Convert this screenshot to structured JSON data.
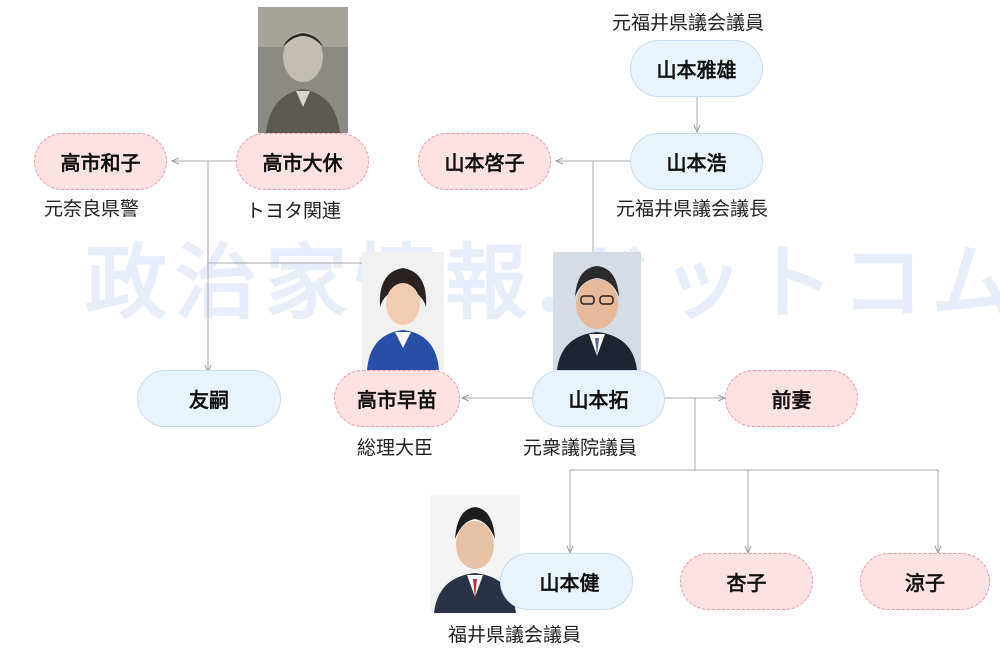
{
  "watermark": "政治家情報.ドットコム",
  "people": {
    "takaichi_kazuko": {
      "name": "高市和子",
      "caption": "元奈良県警"
    },
    "takaichi_daikyu": {
      "name": "高市大休",
      "caption": "トヨタ関連"
    },
    "yamamoto_keiko": {
      "name": "山本啓子"
    },
    "yamamoto_masao": {
      "name": "山本雅雄",
      "caption": "元福井県議会議員"
    },
    "yamamoto_hiroshi": {
      "name": "山本浩",
      "caption": "元福井県議会議長"
    },
    "tomotsugu": {
      "name": "友嗣"
    },
    "takaichi_sanae": {
      "name": "高市早苗",
      "caption": "総理大臣"
    },
    "yamamoto_taku": {
      "name": "山本拓",
      "caption": "元衆議院議員"
    },
    "former_wife": {
      "name": "前妻"
    },
    "yamamoto_ken": {
      "name": "山本健",
      "caption": "福井県議会議員"
    },
    "kyoko": {
      "name": "杏子"
    },
    "ryoko": {
      "name": "涼子"
    }
  }
}
